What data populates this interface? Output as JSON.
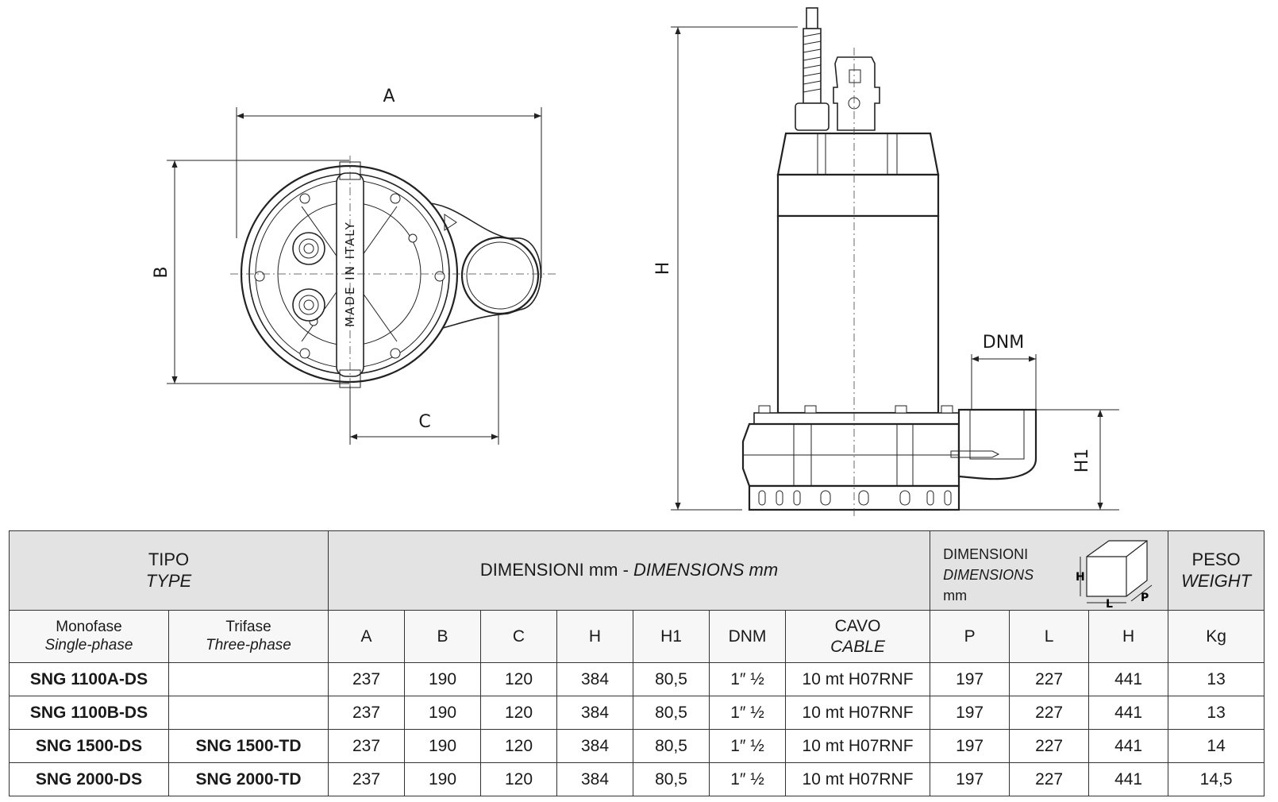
{
  "drawing": {
    "labels": {
      "a": "A",
      "b": "B",
      "c": "C",
      "h": "H",
      "dnm": "DNM",
      "h1": "H1",
      "made_in": "MADE IN ITALY"
    }
  },
  "table": {
    "tipo": "TIPO",
    "type": "TYPE",
    "dimensioni_it": "DIMENSIONI mm - ",
    "dimensioni_en": "DIMENSIONS mm",
    "pack_it": "DIMENSIONI",
    "pack_en": "DIMENSIONS",
    "pack_unit": "mm",
    "box_h": "H",
    "box_l": "L",
    "box_p": "P",
    "peso": "PESO",
    "weight": "WEIGHT",
    "monofase": "Monofase",
    "single_phase": "Single-phase",
    "trifase": "Trifase",
    "three_phase": "Three-phase",
    "col_a": "A",
    "col_b": "B",
    "col_c": "C",
    "col_h": "H",
    "col_h1": "H1",
    "col_dnm": "DNM",
    "cavo": "CAVO",
    "cable": "CABLE",
    "col_p": "P",
    "col_l": "L",
    "col_h2": "H",
    "kg": "Kg",
    "rows": [
      {
        "mono": "SNG 1100A-DS",
        "tri": "",
        "a": "237",
        "b": "190",
        "c": "120",
        "h": "384",
        "h1": "80,5",
        "dnm": "1″ ½",
        "cable": "10 mt H07RNF",
        "p": "197",
        "l": "227",
        "h2": "441",
        "kg": "13"
      },
      {
        "mono": "SNG 1100B-DS",
        "tri": "",
        "a": "237",
        "b": "190",
        "c": "120",
        "h": "384",
        "h1": "80,5",
        "dnm": "1″ ½",
        "cable": "10 mt H07RNF",
        "p": "197",
        "l": "227",
        "h2": "441",
        "kg": "13"
      },
      {
        "mono": "SNG 1500-DS",
        "tri": "SNG 1500-TD",
        "a": "237",
        "b": "190",
        "c": "120",
        "h": "384",
        "h1": "80,5",
        "dnm": "1″ ½",
        "cable": "10 mt H07RNF",
        "p": "197",
        "l": "227",
        "h2": "441",
        "kg": "14"
      },
      {
        "mono": "SNG 2000-DS",
        "tri": "SNG 2000-TD",
        "a": "237",
        "b": "190",
        "c": "120",
        "h": "384",
        "h1": "80,5",
        "dnm": "1″ ½",
        "cable": "10 mt H07RNF",
        "p": "197",
        "l": "227",
        "h2": "441",
        "kg": "14,5"
      }
    ]
  }
}
